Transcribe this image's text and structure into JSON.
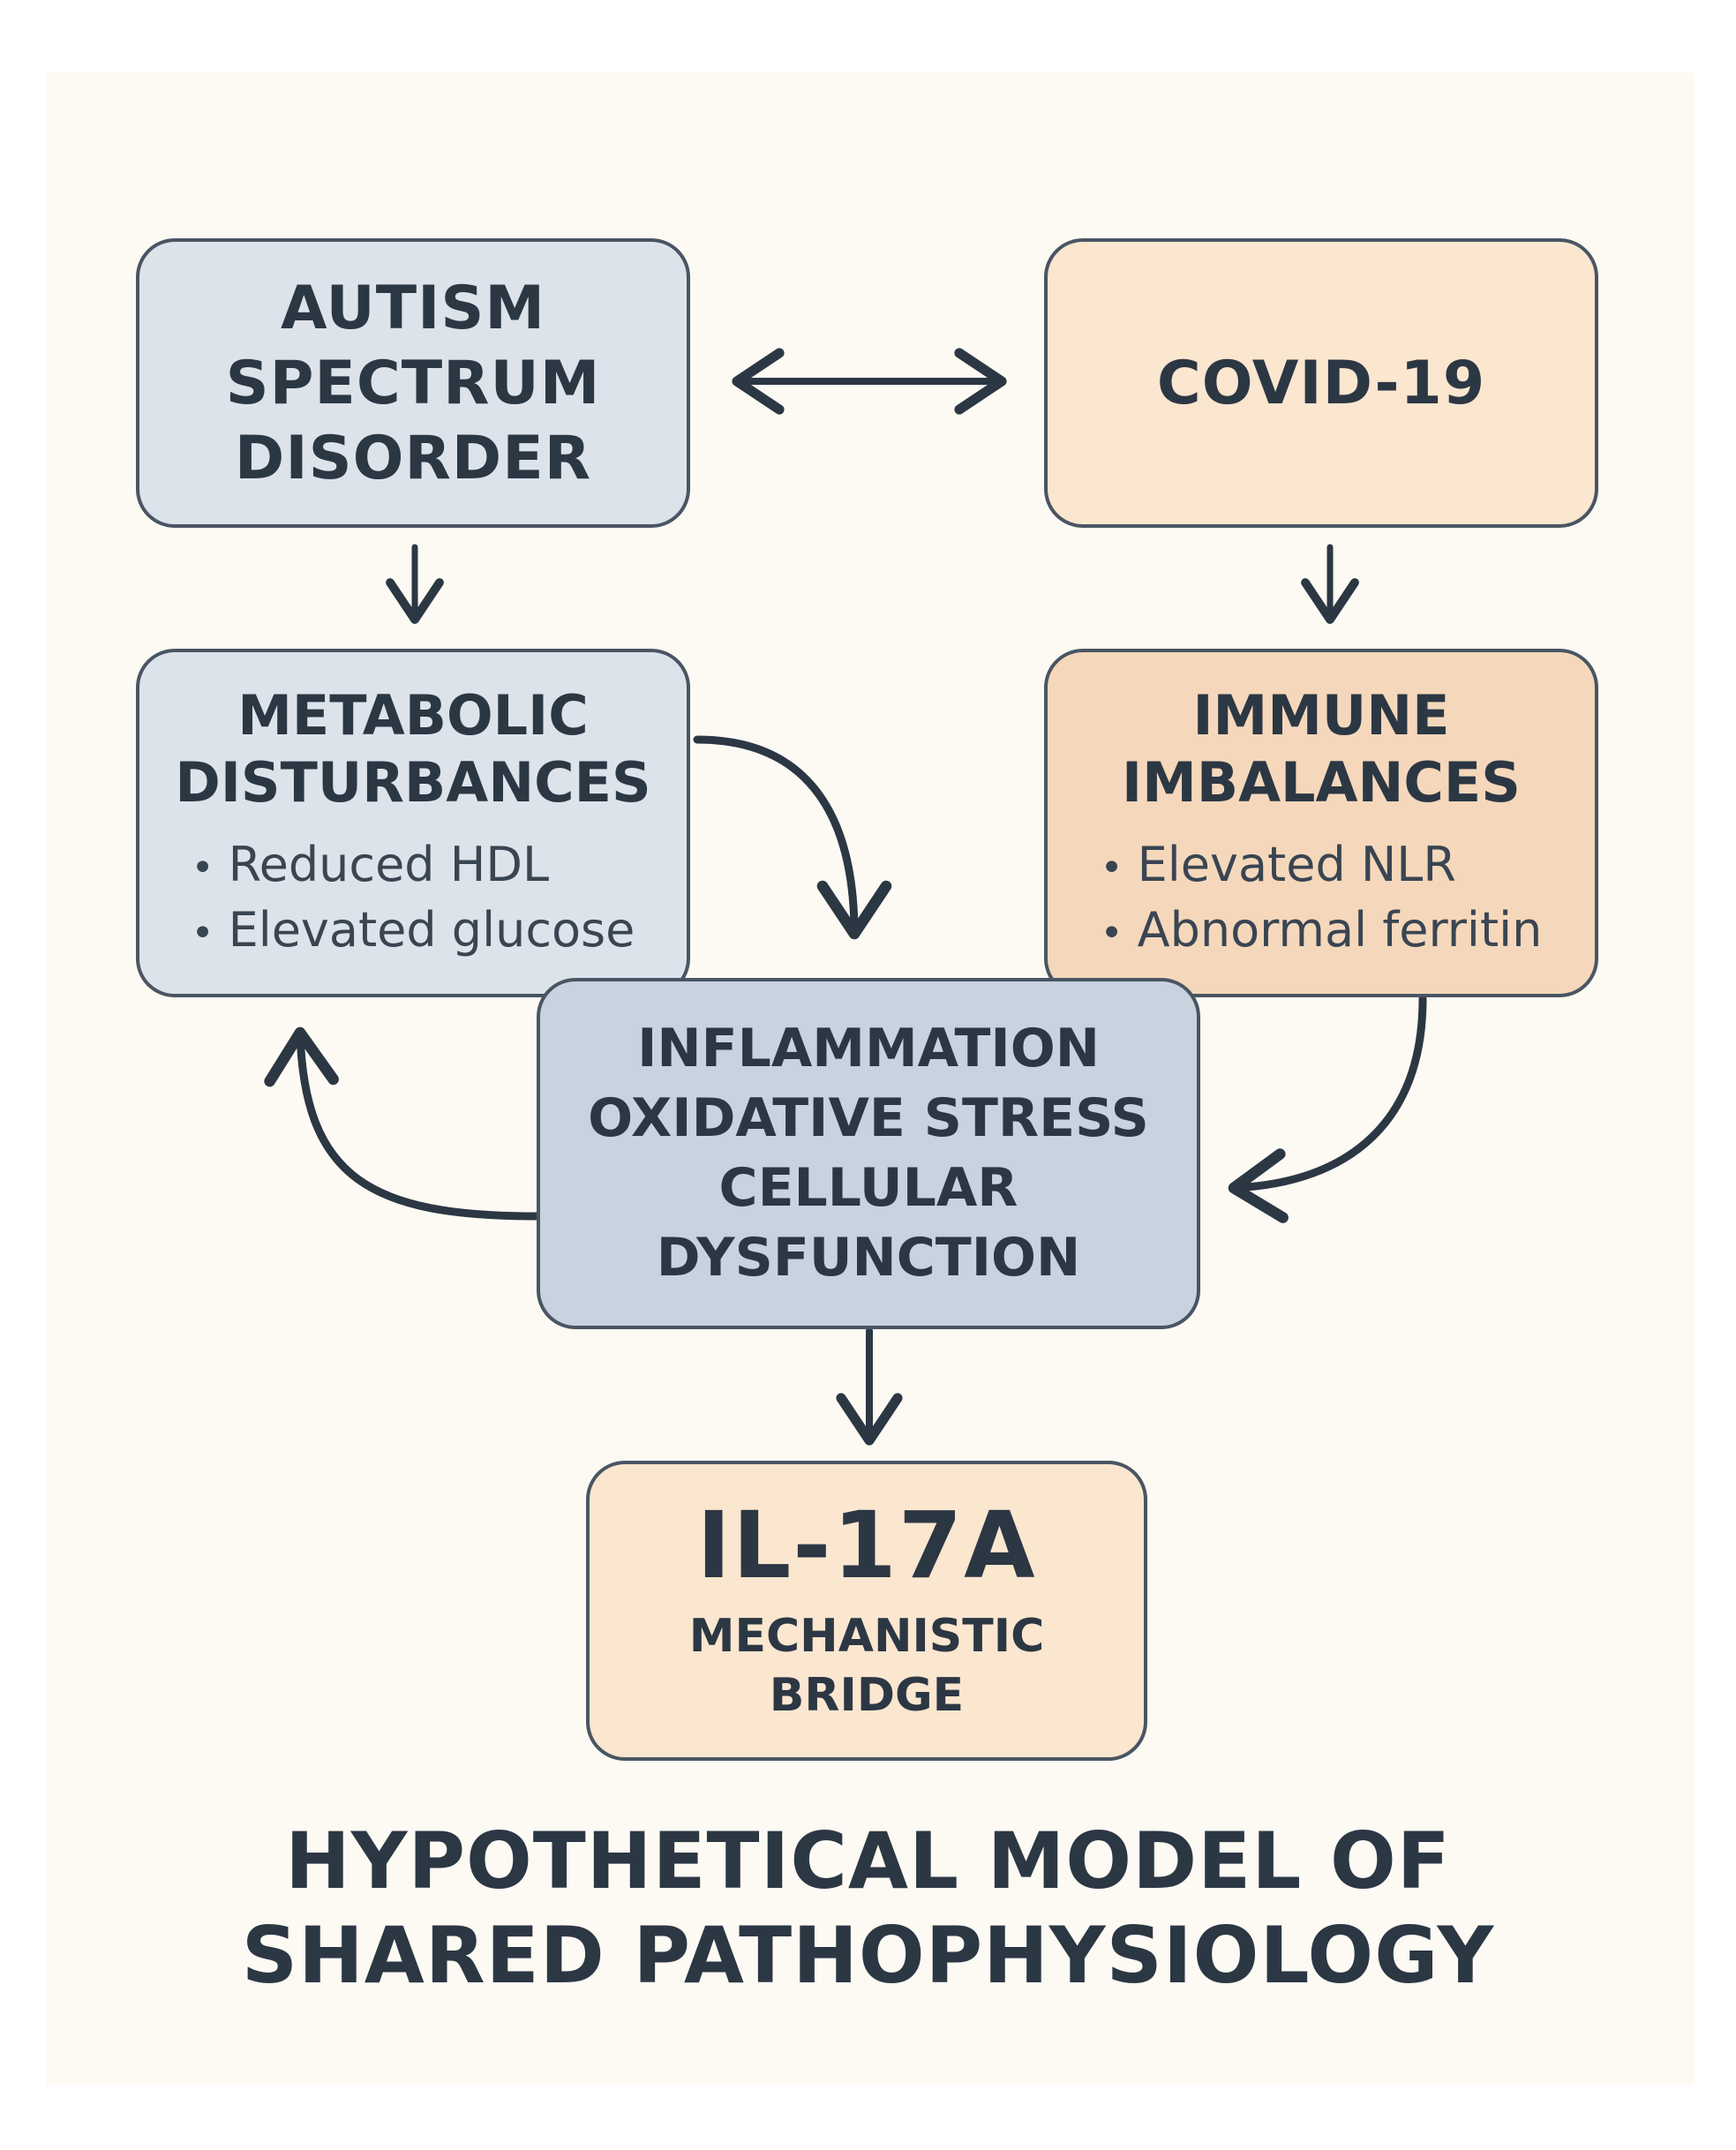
{
  "nodes": {
    "asd": {
      "title": "AUTISM\nSPECTRUM\nDISORDER"
    },
    "covid": {
      "title": "COVID-19"
    },
    "metabolic": {
      "title": "METABOLIC\nDISTURBANCES",
      "bullets": [
        "Reduced HDL",
        "Elevated glucose"
      ]
    },
    "immune": {
      "title": "IMMUNE\nIMBALANCES",
      "bullets": [
        "Elevated NLR",
        "Abnormal ferritin"
      ]
    },
    "inflammation": {
      "title": "INFLAMMATION\nOXIDATIVE STRESS\nCELLULAR\nDYSFUNCTION"
    },
    "il17a": {
      "title": "IL-17A",
      "subtitle": "MECHANISTIC\nBRIDGE"
    }
  },
  "caption": "HYPOTHETICAL MODEL OF\nSHARED PATHOPHYSIOLOGY",
  "colors": {
    "stroke": "#2c3744",
    "box_blue": "#dde3ea",
    "box_steel": "#c8d3df",
    "box_cream": "#fbe6cf",
    "box_peach": "#f5d8bb",
    "background": "#fcfaf3"
  }
}
